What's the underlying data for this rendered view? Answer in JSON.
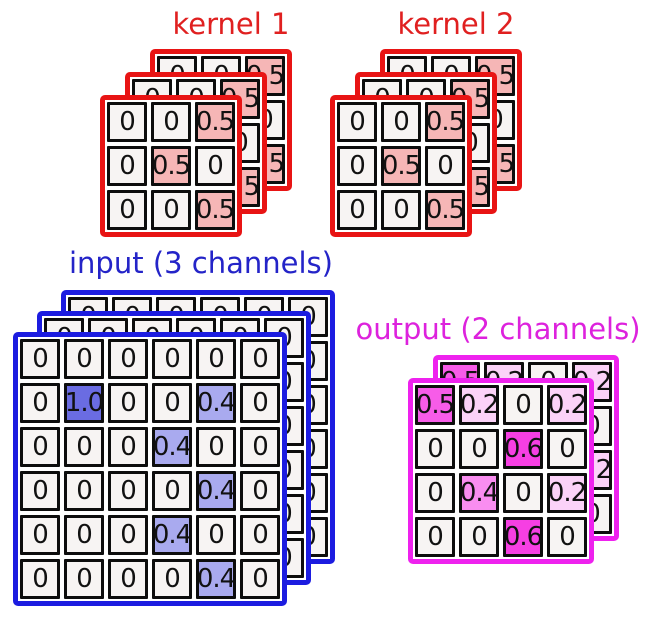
{
  "colors": {
    "red": "#e81414",
    "red-text": "#e02020",
    "blue": "#1c1ce0",
    "blue-text": "#2424c8",
    "magenta": "#ee22ee",
    "magenta-text": "#dd22dd",
    "cell-bg": "#f7f4f3",
    "grid-line": "#0d0d0d",
    "fill-kernel": "#f6b6b6",
    "fill-input-strong": "#6a6ce2",
    "fill-input-light": "#a9aaef",
    "fill-out-06": "#f63fe3",
    "fill-out-05": "#f75ce8",
    "fill-out-04": "#f98df0",
    "fill-out-02": "#fbd2f8"
  },
  "stacks": [
    {
      "id": "kernel-1",
      "title": "kernel 1",
      "channels": 3,
      "grid": [
        [
          "0",
          "0",
          "0.5"
        ],
        [
          "0",
          "0.5",
          "0"
        ],
        [
          "0",
          "0",
          "0.5"
        ]
      ],
      "fills": [
        [
          "",
          "",
          "r"
        ],
        [
          "",
          "r",
          ""
        ],
        [
          "",
          "",
          "r"
        ]
      ]
    },
    {
      "id": "kernel-2",
      "title": "kernel 2",
      "channels": 3,
      "grid": [
        [
          "0",
          "0",
          "0.5"
        ],
        [
          "0",
          "0.5",
          "0"
        ],
        [
          "0",
          "0",
          "0.5"
        ]
      ],
      "fills": [
        [
          "",
          "",
          "r"
        ],
        [
          "",
          "r",
          ""
        ],
        [
          "",
          "",
          "r"
        ]
      ]
    },
    {
      "id": "input",
      "title": "input (3 channels)",
      "channels": 3,
      "grid": [
        [
          "0",
          "0",
          "0",
          "0",
          "0",
          "0"
        ],
        [
          "0",
          "1.0",
          "0",
          "0",
          "0.4",
          "0"
        ],
        [
          "0",
          "0",
          "0",
          "0.4",
          "0",
          "0"
        ],
        [
          "0",
          "0",
          "0",
          "0",
          "0.4",
          "0"
        ],
        [
          "0",
          "0",
          "0",
          "0.4",
          "0",
          "0"
        ],
        [
          "0",
          "0",
          "0",
          "0",
          "0.4",
          "0"
        ]
      ],
      "fills": [
        [
          "",
          "",
          "",
          "",
          "",
          ""
        ],
        [
          "",
          "b1",
          "",
          "",
          "b2",
          ""
        ],
        [
          "",
          "",
          "",
          "b2",
          "",
          ""
        ],
        [
          "",
          "",
          "",
          "",
          "b2",
          ""
        ],
        [
          "",
          "",
          "",
          "b2",
          "",
          ""
        ],
        [
          "",
          "",
          "",
          "",
          "b2",
          ""
        ]
      ]
    },
    {
      "id": "output",
      "title": "output (2 channels)",
      "channels": 2,
      "grid": [
        [
          "0.5",
          "0.2",
          "0",
          "0.2"
        ],
        [
          "0",
          "0",
          "0.6",
          "0"
        ],
        [
          "0",
          "0.4",
          "0",
          "0.2"
        ],
        [
          "0",
          "0",
          "0.6",
          "0"
        ]
      ],
      "fills": [
        [
          "m5",
          "m2",
          "",
          "m2"
        ],
        [
          "",
          "",
          "m6",
          ""
        ],
        [
          "",
          "m4",
          "",
          "m2"
        ],
        [
          "",
          "",
          "m6",
          ""
        ]
      ]
    }
  ]
}
